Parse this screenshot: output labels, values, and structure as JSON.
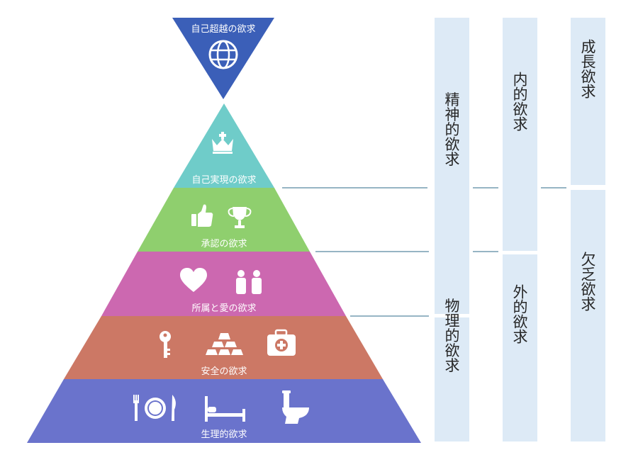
{
  "pyramid": {
    "top": {
      "label": "自己超越の欲求",
      "color": "#3b5fb8",
      "icon": "globe-icon"
    },
    "levels": [
      {
        "id": "self-actualization",
        "label": "自己実現の欲求",
        "color": "#6fccc9",
        "icons": [
          "crown-icon"
        ]
      },
      {
        "id": "esteem",
        "label": "承認の欲求",
        "color": "#8fcf6e",
        "icons": [
          "thumbs-up-icon",
          "trophy-icon"
        ]
      },
      {
        "id": "belonging",
        "label": "所属と愛の欲求",
        "color": "#cc68b0",
        "icons": [
          "heart-icon",
          "people-icon"
        ]
      },
      {
        "id": "safety",
        "label": "安全の欲求",
        "color": "#cc7865",
        "icons": [
          "key-icon",
          "gold-bars-icon",
          "first-aid-kit-icon"
        ]
      },
      {
        "id": "physiological",
        "label": "生理的欲求",
        "color": "#6a73cc",
        "icons": [
          "plate-cutlery-icon",
          "bed-icon",
          "toilet-icon"
        ]
      }
    ]
  },
  "columns": {
    "fill": "#ddeaf6",
    "col1": [
      {
        "label": "精神的欲求"
      },
      {
        "label": "物理的欲求"
      }
    ],
    "col2": [
      {
        "label": "内的欲求"
      },
      {
        "label": "外的欲求"
      }
    ],
    "col3": [
      {
        "label": "成長欲求"
      },
      {
        "label": "欠乏欲求"
      }
    ]
  }
}
